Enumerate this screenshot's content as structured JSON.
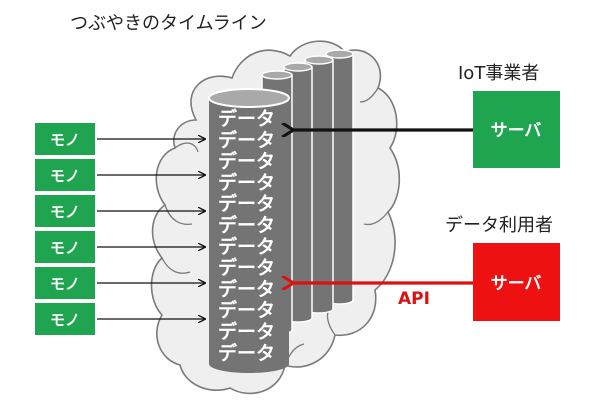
{
  "diagram": {
    "title": "つぶやきのタイムライン",
    "colors": {
      "thing_box": "#1fa550",
      "iot_server": "#1fa550",
      "user_server": "#ee1111",
      "api_arrow": "#dd1111",
      "ingest_arrow": "#111111",
      "cylinder": "#747474",
      "cylinder_top": "#a9a9a9",
      "cloud_fill": "#efefef",
      "cloud_stroke": "#7a7a7a"
    },
    "things": [
      {
        "label": "モノ"
      },
      {
        "label": "モノ"
      },
      {
        "label": "モノ"
      },
      {
        "label": "モノ"
      },
      {
        "label": "モノ"
      },
      {
        "label": "モノ"
      }
    ],
    "timeline_entries": [
      "データ",
      "データ",
      "データ",
      "データ",
      "データ",
      "データ",
      "データ",
      "データ",
      "データ",
      "データ",
      "データ",
      "データ"
    ],
    "iot_provider": {
      "label": "IoT事業者",
      "server_label": "サーバ"
    },
    "data_user": {
      "label": "データ利用者",
      "server_label": "サーバ",
      "connection_label": "API"
    }
  }
}
